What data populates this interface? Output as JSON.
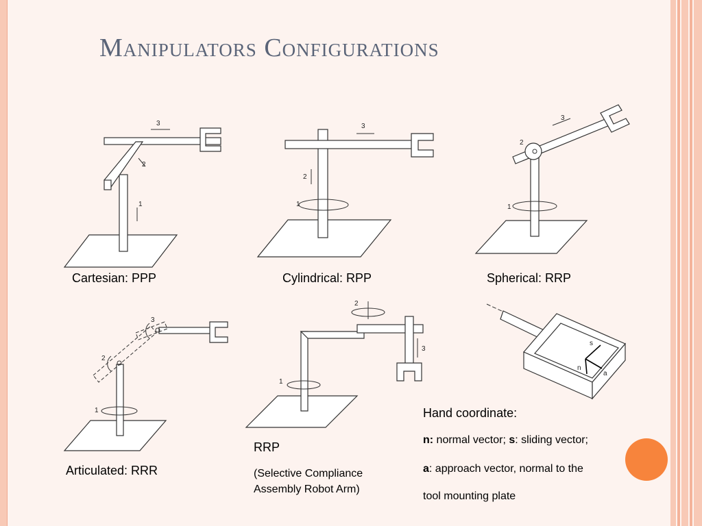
{
  "title": "Manipulators Configurations",
  "labels": {
    "cartesian": "Cartesian: PPP",
    "cylindrical": "Cylindrical: RPP",
    "spherical": "Spherical: RRP",
    "articulated": "Articulated: RRR",
    "scara_name": "RRP",
    "scara_desc_1": "(Selective Compliance",
    "scara_desc_2": "Assembly Robot Arm)"
  },
  "hand": {
    "heading": "Hand coordinate:",
    "line1_n": "n:",
    "line1_n_text": " normal vector; ",
    "line1_s": "s",
    "line1_s_text": ": sliding vector;",
    "line2_a": "a",
    "line2_a_text": ": approach vector, normal to the",
    "line3": "tool mounting plate"
  },
  "joint_numbers": [
    "1",
    "2",
    "3"
  ],
  "axis_letters": {
    "s": "s",
    "n": "n",
    "a": "a"
  },
  "colors": {
    "accent_orange": "#f7843c",
    "border_pink": "#f8c9b6",
    "title": "#5a6478"
  }
}
